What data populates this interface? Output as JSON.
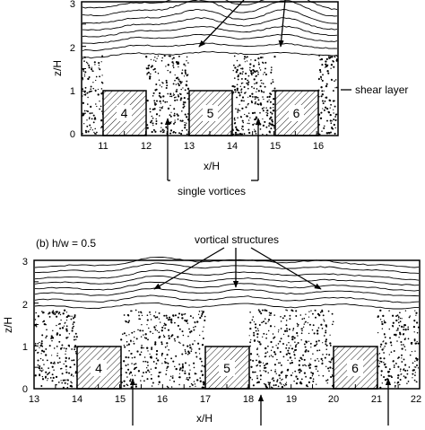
{
  "panel_a": {
    "y_ticks": [
      "3",
      "2",
      "1",
      "0"
    ],
    "x_ticks": [
      "11",
      "12",
      "13",
      "14",
      "15",
      "16"
    ],
    "xlabel": "x/H",
    "ylabel": "z/H",
    "blocks": [
      "4",
      "5",
      "6"
    ],
    "annotations": {
      "shear": "shear layer",
      "single": "single vortices"
    }
  },
  "panel_b": {
    "title": "(b) h/w = 0.5",
    "y_ticks": [
      "3",
      "2",
      "1",
      "0"
    ],
    "x_ticks": [
      "13",
      "14",
      "15",
      "16",
      "17",
      "18",
      "19",
      "20",
      "21",
      "22"
    ],
    "xlabel": "x/H",
    "ylabel": "z/H",
    "blocks": [
      "4",
      "5",
      "6"
    ],
    "annotations": {
      "vortical": "vortical structures"
    }
  },
  "colors": {
    "ink": "#000000",
    "background": "#ffffff"
  }
}
